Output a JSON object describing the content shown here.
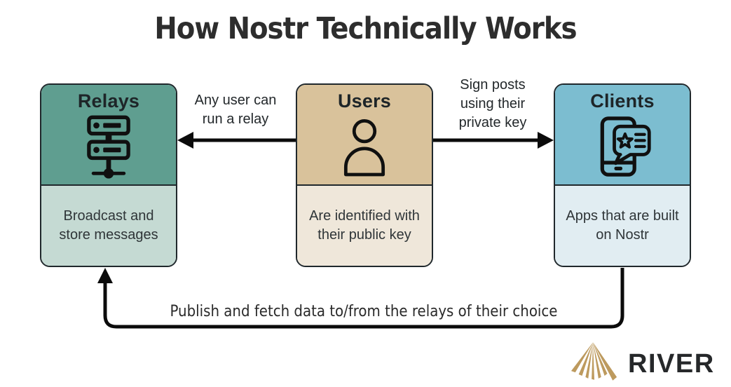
{
  "title": "How Nostr Technically Works",
  "cards": [
    {
      "title": "Relays",
      "icon": "server-icon",
      "description": "Broadcast and store messages",
      "header_color": "#5F9E90",
      "body_color": "#C5DAD3"
    },
    {
      "title": "Users",
      "icon": "person-icon",
      "description": "Are identified with their public key",
      "header_color": "#D9C29B",
      "body_color": "#EFE7DA"
    },
    {
      "title": "Clients",
      "icon": "phone-chat-icon",
      "description": "Apps that are built on Nostr",
      "header_color": "#7CBDD0",
      "body_color": "#E1EDF2"
    }
  ],
  "arrows": [
    {
      "from": "Users",
      "to": "Relays",
      "label": "Any user can run a relay"
    },
    {
      "from": "Users",
      "to": "Clients",
      "label": "Sign posts using their private key"
    },
    {
      "from": "Clients",
      "to": "Relays",
      "label": "Publish and fetch data to/from the relays of their choice"
    }
  ],
  "logo": {
    "text": "RIVER",
    "mark": "river-rays-icon",
    "mark_color": "#BD9A5E",
    "text_color": "#26282A"
  },
  "colors": {
    "background": "#FFFFFF",
    "card_outline": "#20282C",
    "arrow": "#0B0B0B",
    "title_text": "#2D2D2D",
    "label_text": "#23282B"
  }
}
